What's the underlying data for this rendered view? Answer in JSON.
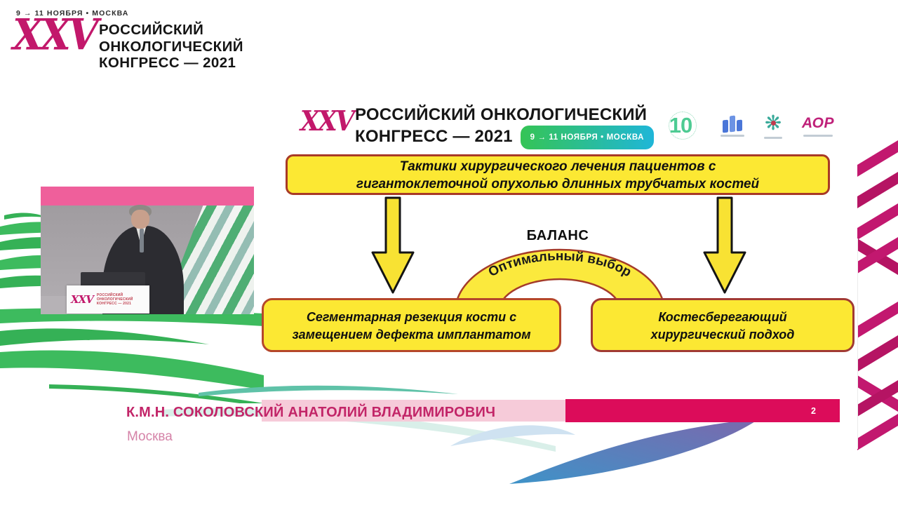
{
  "colors": {
    "brand_magenta": "#c2186b",
    "footer_crimson": "#dc0c5a",
    "footer_pink": "#f6cbd9",
    "box_yellow": "#fce833",
    "box_border_red": "#a83a26",
    "ribbon_green": "#3dbb5e",
    "badge_gradient_left": "#35c455",
    "badge_gradient_right": "#1fb6d8"
  },
  "top_brand": {
    "dates": "9 → 11 НОЯБРЯ • МОСКВА",
    "acronym": "XXV",
    "line1": "РОССИЙСКИЙ",
    "line2": "ОНКОЛОГИЧЕСКИЙ",
    "line3": "КОНГРЕСС — 2021"
  },
  "video": {
    "sign_acronym": "XXV",
    "sign_text": "РОССИЙСКИЙ ОНКОЛОГИЧЕСКИЙ КОНГРЕСС — 2021"
  },
  "slide": {
    "header": {
      "acronym": "XXV",
      "title_line1": "РОССИЙСКИЙ ОНКОЛОГИЧЕСКИЙ",
      "title_line2": "КОНГРЕСС — 2021",
      "badge": "9 → 11 НОЯБРЯ • МОСКВА",
      "anniversary_number": "10",
      "aor_label": "АОР"
    },
    "title": "Тактики хирургического лечения пациентов с гигантоклеточной опухолью длинных трубчатых костей",
    "balance_label": "БАЛАНС",
    "arch_label": "Оптимальный выбор",
    "left_box": "Сегментарная резекция кости с замещением дефекта имплантатом",
    "right_box": "Костесберегающий хирургический подход",
    "page_number": "2"
  },
  "footer": {
    "speaker_name": "К.М.Н. СОКОЛОВСКИЙ АНАТОЛИЙ ВЛАДИМИРОВИЧ",
    "speaker_city": "Москва"
  }
}
